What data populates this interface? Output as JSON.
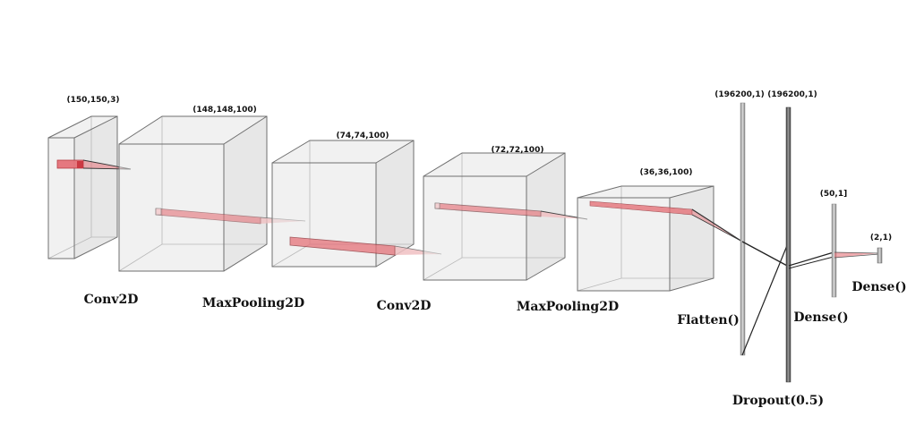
{
  "layers": [
    {
      "type_label": "Conv2D",
      "shape": "(150,150,3)"
    },
    {
      "type_label": "MaxPooling2D",
      "shape": "(148,148,100)"
    },
    {
      "type_label": "Conv2D",
      "shape": "(74,74,100)"
    },
    {
      "type_label": "MaxPooling2D",
      "shape": "(72,72,100)"
    },
    {
      "type_label": "",
      "shape": "(36,36,100)"
    },
    {
      "type_label": "Flatten()",
      "shape": "(196200,1)"
    },
    {
      "type_label": "Dropout(0.5)",
      "shape": "(196200,1)"
    },
    {
      "type_label": "Dense()",
      "shape": "(50,1]"
    },
    {
      "type_label": "Dense()",
      "shape": "(2,1)"
    }
  ],
  "colors": {
    "box_fill": "#e2e2e2",
    "edge": "#6f6f6f",
    "kernel": "#e5737a",
    "kernel_dark": "#c8323c",
    "bar": "#9a9a9a"
  }
}
